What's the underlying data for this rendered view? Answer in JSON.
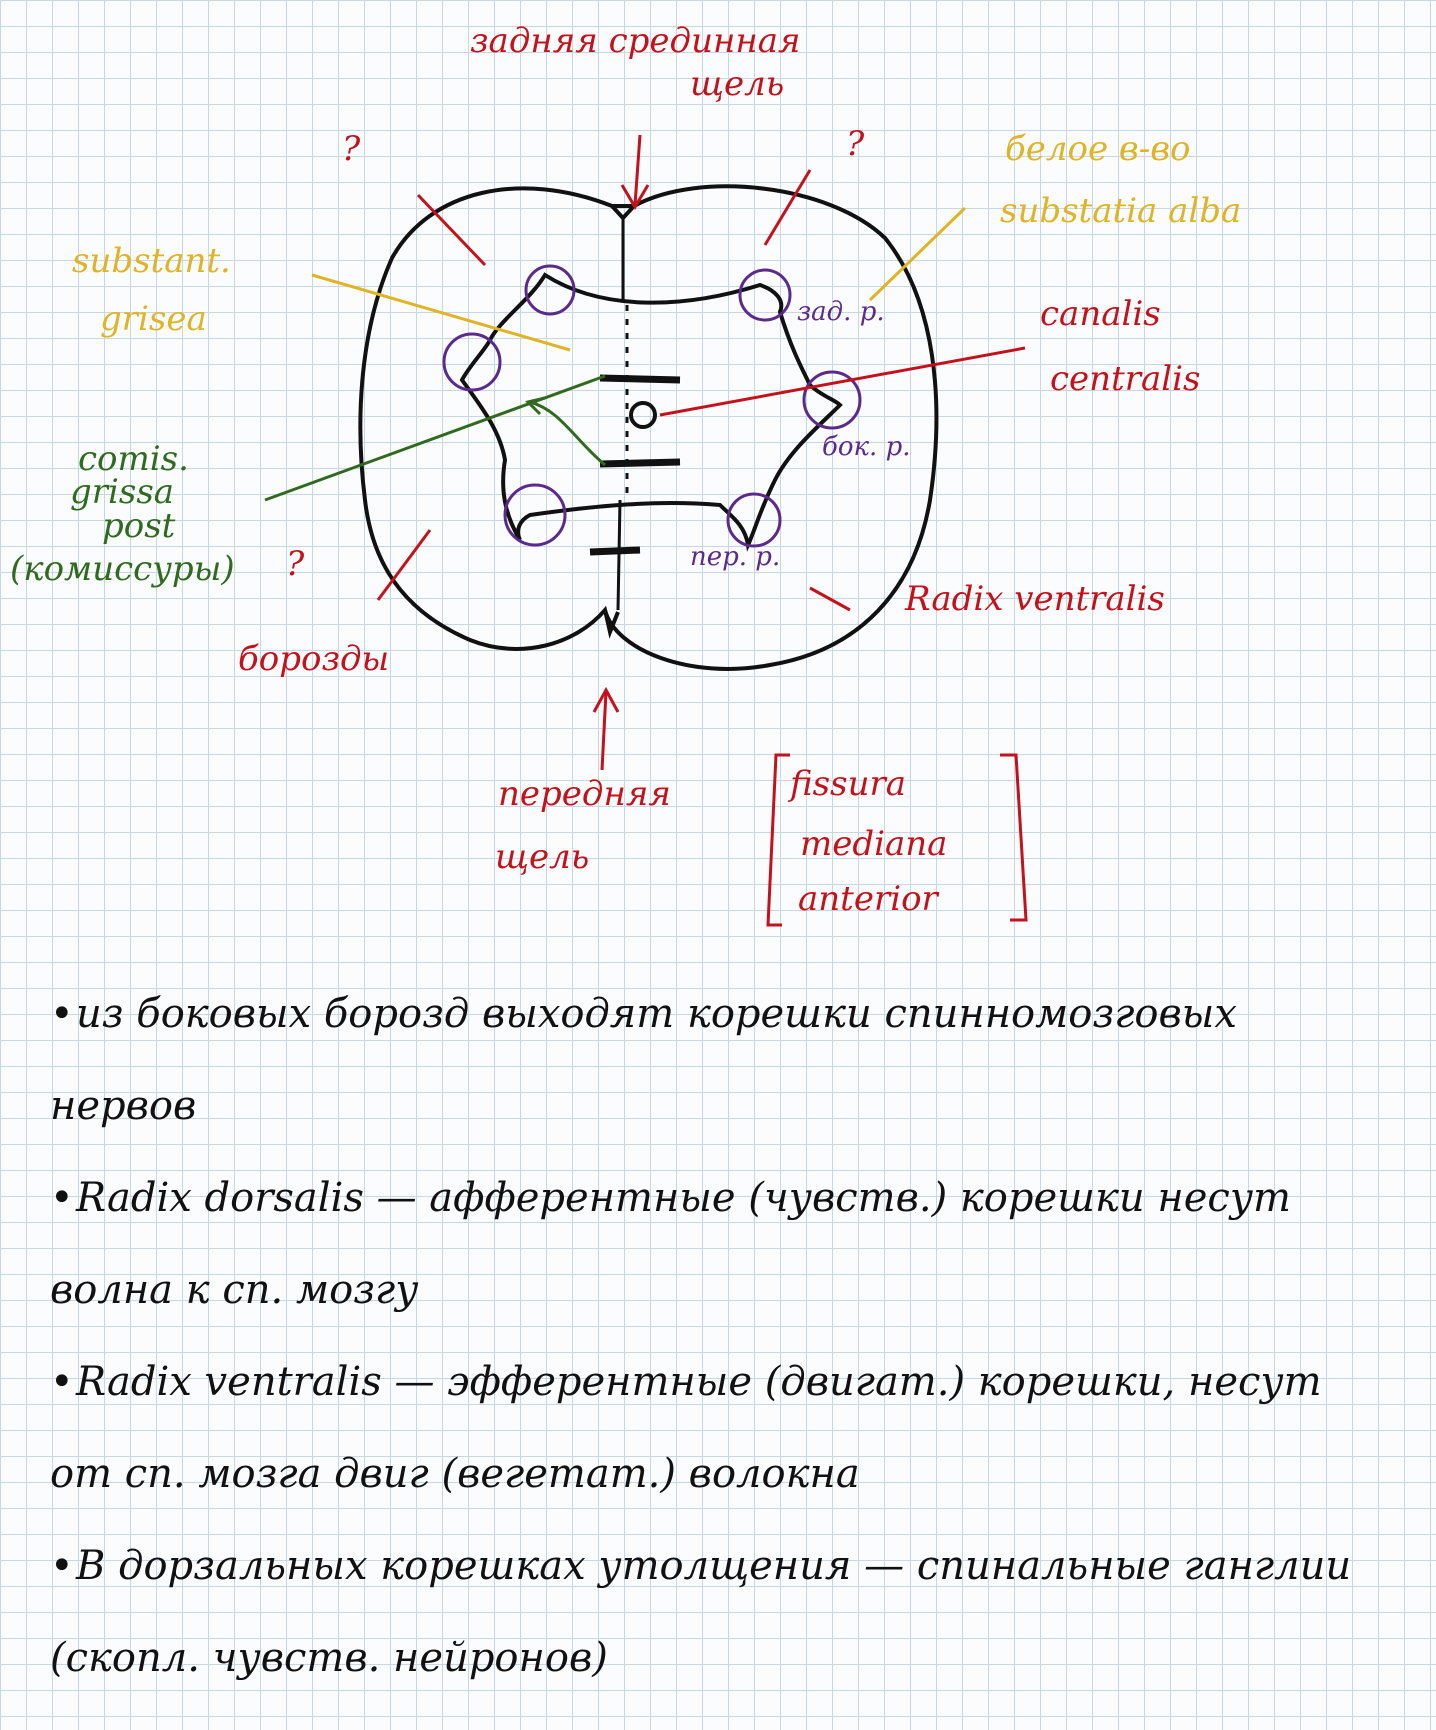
{
  "colors": {
    "red": "#c4121c",
    "yellow": "#e0b427",
    "green": "#2f6a1f",
    "purple": "#5a2a8c",
    "black": "#111111"
  },
  "labels": {
    "posterior_median_sulcus": [
      "задняя срединная",
      "щель"
    ],
    "question_mark": "?",
    "white_matter": [
      "белое в-во",
      "substatia alba"
    ],
    "gray_matter": [
      "substant.",
      "grisea"
    ],
    "dorsal_horn": "зад. р.",
    "central_canal": [
      "canalis",
      "centralis"
    ],
    "lateral_horn": "бок. р.",
    "commissure": [
      "comis.",
      "grissa",
      "post",
      "(комиссуры)"
    ],
    "ventral_horn": "пер. р.",
    "ventral_root": "Radix ventralis",
    "sulci": "борозды",
    "anterior_fissure": [
      "передняя",
      "щель"
    ],
    "fissura": [
      "fissura",
      "mediana",
      "anterior"
    ]
  },
  "notes": {
    "bullet": "•",
    "items": [
      "из боковых борозд выходят корешки спинномозговых нервов",
      "Radix dorsalis — афферентные (чувств.) корешки несут волна к сп. мозгу",
      "Radix ventralis — эфферентные (двигат.) корешки, несут от сп. мозга двиг (вегетат.) волокна",
      "В дорзальных корешках утолщения — спинальные ганглии (скопл. чувств. нейронов)"
    ]
  }
}
